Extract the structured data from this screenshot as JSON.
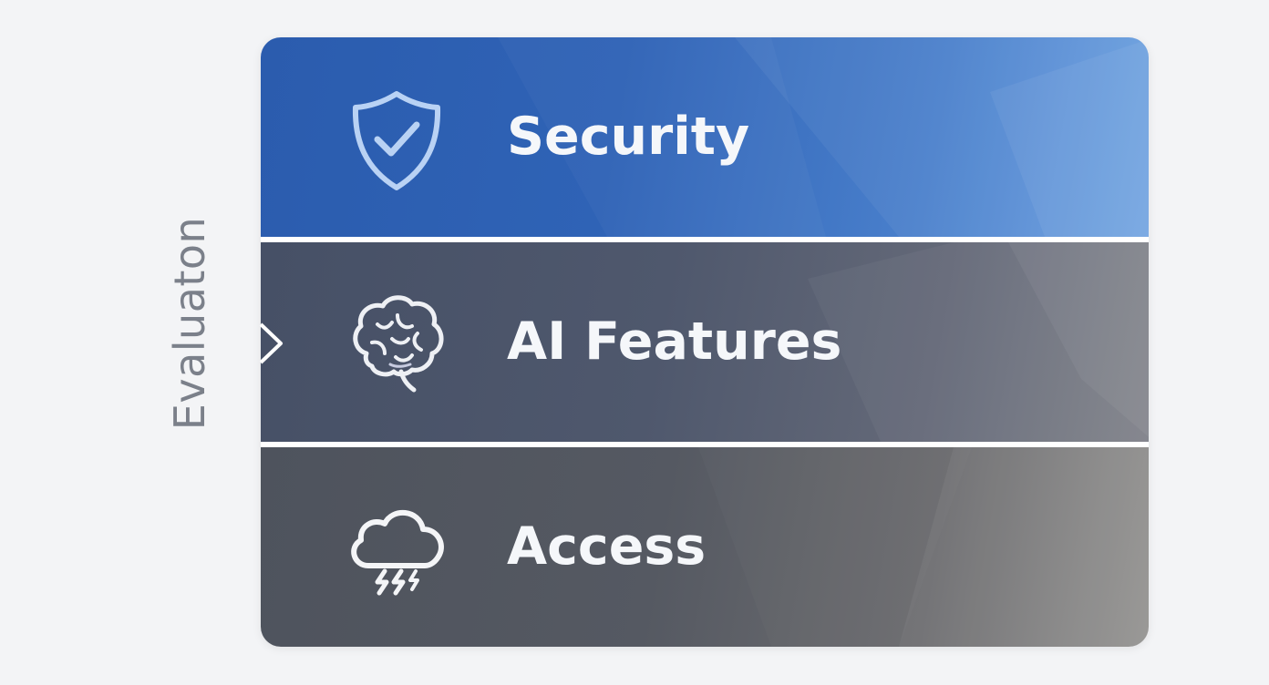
{
  "side_label": "Evaluaton",
  "panels": [
    {
      "label": "Security",
      "icon": "shield-check-icon",
      "color": "#2f63b6"
    },
    {
      "label": "AI Features",
      "icon": "brain-icon",
      "color": "#4f586d"
    },
    {
      "label": "Access",
      "icon": "storm-cloud-icon",
      "color": "#555962"
    }
  ],
  "selected_panel": "AI Features"
}
